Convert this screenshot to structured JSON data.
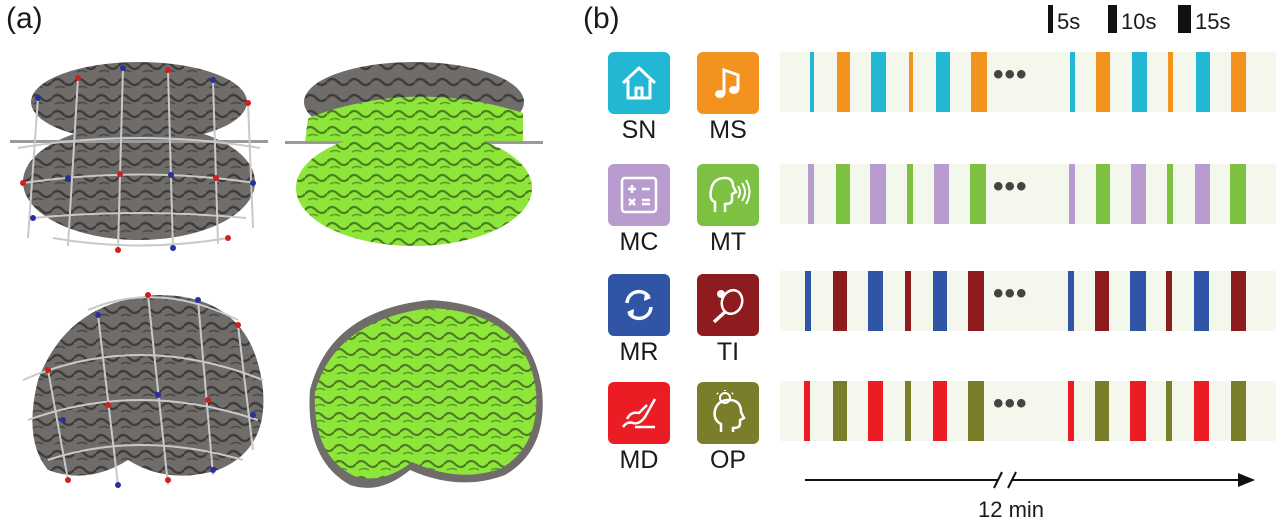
{
  "panels": {
    "a": "(a)",
    "b": "(b)"
  },
  "legend": [
    {
      "label": "5s"
    },
    {
      "label": "10s"
    },
    {
      "label": "15s"
    }
  ],
  "tasks": [
    {
      "code": "SN",
      "color": "#22b8d4",
      "icon": "house-icon"
    },
    {
      "code": "MS",
      "color": "#f3921e",
      "icon": "music-note-icon"
    },
    {
      "code": "MC",
      "color": "#b89ccf",
      "icon": "calculator-icon"
    },
    {
      "code": "MT",
      "color": "#7cc142",
      "icon": "speaking-head-icon"
    },
    {
      "code": "MR",
      "color": "#2f55a4",
      "icon": "rotation-arrows-icon"
    },
    {
      "code": "TI",
      "color": "#8e1b1e",
      "icon": "tennis-racket-icon"
    },
    {
      "code": "MD",
      "color": "#ec1c24",
      "icon": "drawing-hand-icon"
    },
    {
      "code": "OP",
      "color": "#7a7d2a",
      "icon": "lightbulb-head-icon"
    }
  ],
  "rows": [
    {
      "a": "SN",
      "b": "MS"
    },
    {
      "a": "MC",
      "b": "MT"
    },
    {
      "a": "MR",
      "b": "TI"
    },
    {
      "a": "MD",
      "b": "OP"
    }
  ],
  "ellipsis": "•••",
  "timeline": {
    "duration": "12 min"
  },
  "colors": {
    "brain_gray": "#6b6866",
    "brain_highlight": "#8ee63a",
    "strip_bg": "#f3f7ec",
    "optode_source": "#d0201c",
    "optode_detector": "#2a2fa0"
  }
}
